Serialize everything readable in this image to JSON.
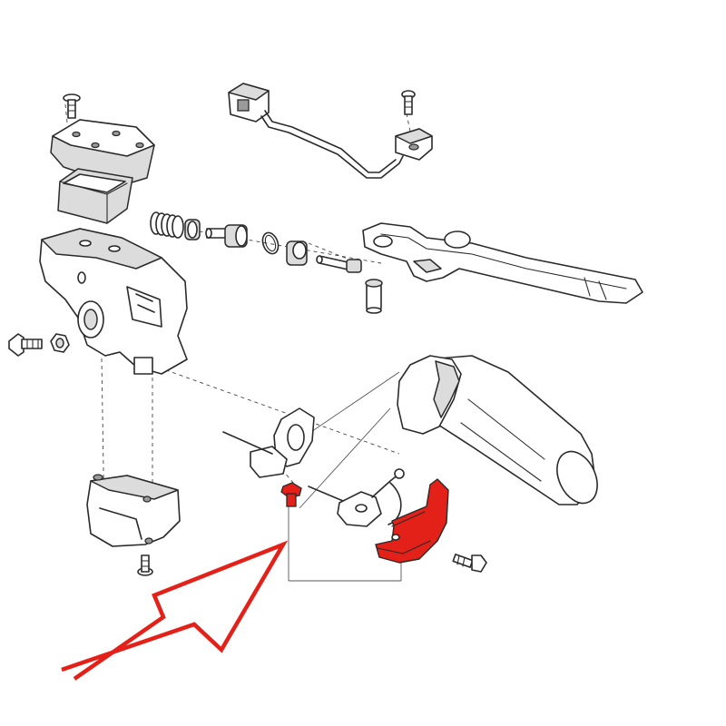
{
  "diagram": {
    "highlight_color": "#e32119",
    "line_color": "#2a2a2a",
    "background_color": "#ffffff",
    "parts": [
      "master-cylinder-cover",
      "cover-gasket",
      "cover-screw",
      "brake-light-switch",
      "switch-screw",
      "spring",
      "piston-seal",
      "piston",
      "circlip",
      "bushing",
      "pivot-pin",
      "brake-lever",
      "master-cylinder-housing",
      "mounting-bolt",
      "nut",
      "lower-bracket",
      "bracket-screw",
      "throttle-grip",
      "throttle-cable-bracket",
      "cable-guide",
      "highlighted-screw",
      "highlighted-cover",
      "cover-mounting-screw",
      "indicator-arrow"
    ]
  }
}
